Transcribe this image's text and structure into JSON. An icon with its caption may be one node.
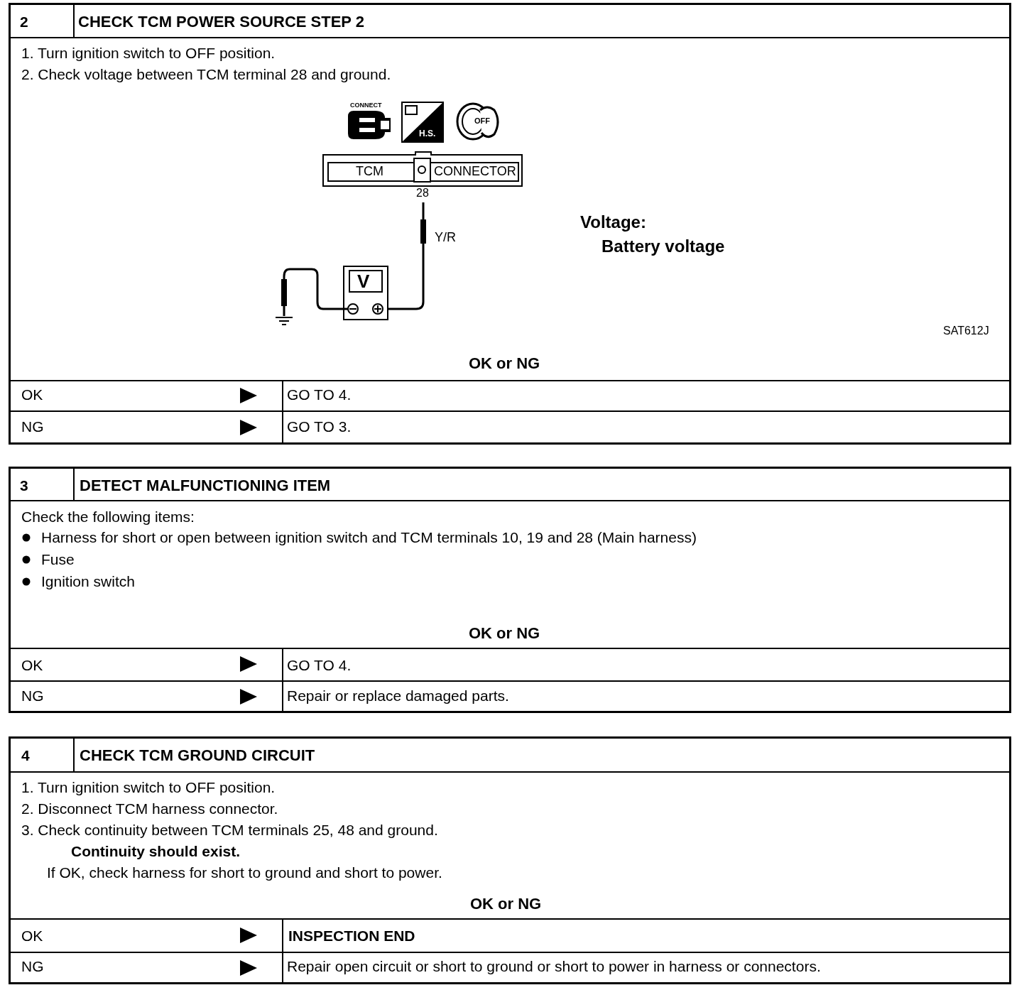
{
  "diagram": {
    "labels": [
      "2",
      "CHECK TCM POWER SOURCE STEP 2",
      "1. Turn ignition switch to OFF position.",
      "2. Check voltage between TCM terminal 28 and ground.",
      "CONNECT",
      "H.S.",
      "OFF",
      "TCM",
      "CONNECTOR",
      "28",
      "Y/R",
      "V",
      "Voltage:",
      "Battery voltage",
      "SAT612J",
      "OK or NG",
      "OK",
      "GO TO 4.",
      "NG",
      "GO TO 3.",
      "3",
      "DETECT MALFUNCTIONING ITEM",
      "Check the following items:",
      "Harness for short or open between ignition switch and TCM terminals 10, 19 and 28 (Main harness)",
      "Fuse",
      "Ignition switch",
      "OK or NG",
      "OK",
      "GO TO 4.",
      "NG",
      "Repair or replace damaged parts.",
      "4",
      "CHECK TCM GROUND CIRCUIT",
      "1. Turn ignition switch to OFF position.",
      "2. Disconnect TCM harness connector.",
      "3. Check continuity between TCM terminals 25, 48 and ground.",
      "Continuity should exist.",
      "If OK, check harness for short to ground and short to power.",
      "OK or NG",
      "OK",
      "INSPECTION END",
      "NG",
      "Repair open circuit or short to ground or short to power in harness or connectors."
    ]
  }
}
